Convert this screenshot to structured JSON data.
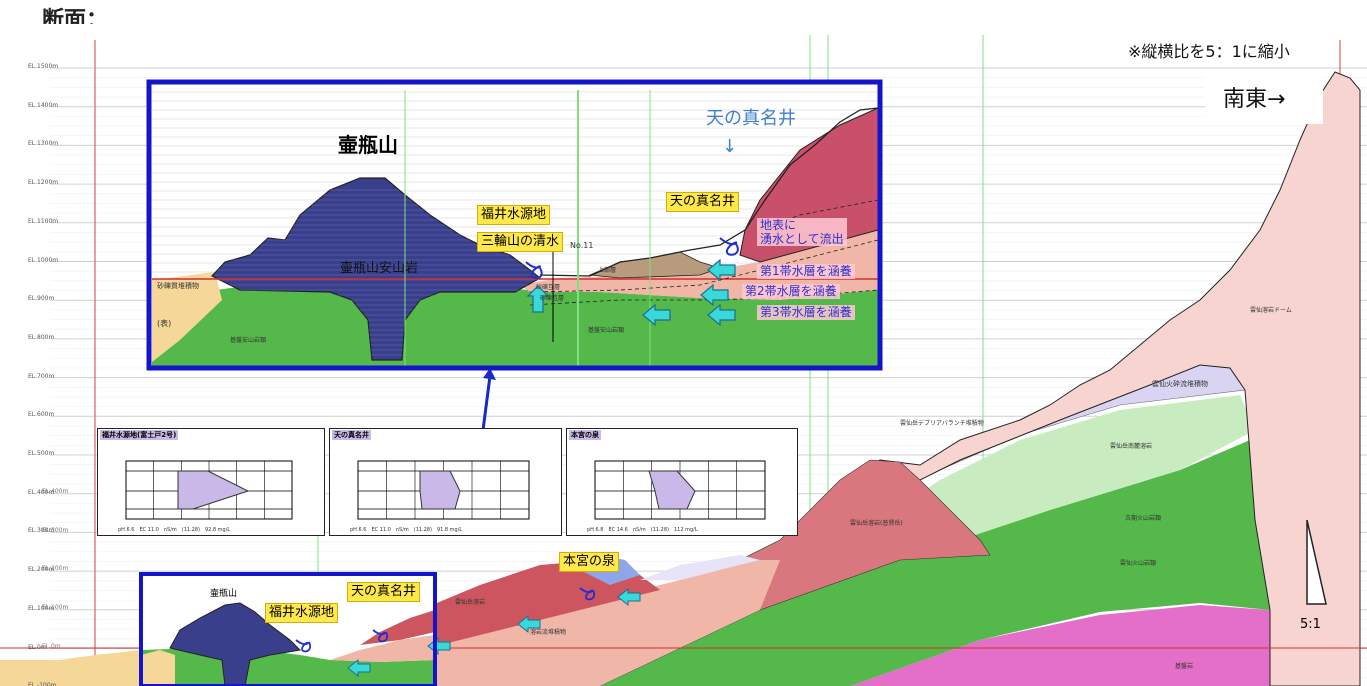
{
  "header": {
    "title_partial": "断面：",
    "note": "※縦横比を5：1に縮小",
    "direction": "南東→"
  },
  "elevation_axis": {
    "labels": [
      "EL.1500m",
      "EL.1400m",
      "EL.1300m",
      "EL.1200m",
      "EL.1100m",
      "EL.1000m",
      "EL.900m",
      "EL.800m",
      "EL.700m",
      "EL.600m",
      "EL.500m",
      "EL.400m",
      "EL.300m",
      "EL.200m",
      "EL.100m",
      "EL.0m",
      "EL.-100m"
    ],
    "secondary_labels": [
      "EL.400m",
      "EL.300m",
      "EL.200m",
      "EL.100m",
      "EL.0m"
    ]
  },
  "inset": {
    "mountain_label": "壷瓶山",
    "rock_label": "壷瓶山安山岩",
    "spring_label": "天の真名井",
    "spring_arrow": "↓",
    "callouts": {
      "fukui": "福井水源地",
      "miwa": "三輪山の清水",
      "amano": "天の真名井"
    },
    "annotations": {
      "surface": "地表に\n湧水として流出",
      "aquifer1": "第1帯水層を涵養",
      "aquifer2": "第2帯水層を涵養",
      "aquifer3": "第3帯水層を涵養"
    },
    "well_label": "No.11",
    "layer_small_1": "(表)",
    "layer_small_2": "砂礫層"
  },
  "bottom_inset": {
    "mountain_label": "壷瓶山",
    "callouts": {
      "fukui": "福井水源地",
      "amano": "天の真名井",
      "hongu": "本宮の泉"
    }
  },
  "profile": {
    "dome_label": "雲仙溶岩ドーム",
    "pyroclastic_label": "雲仙火砕流堆積物",
    "debris_label": "雲仙岳デブリアバランチ堆積物",
    "layer_labels": [
      "溶岩流堆積物",
      "雲仙火山岩類",
      "古期火山岩類",
      "基盤岩類"
    ]
  },
  "charts": [
    {
      "title": "福井水源地(富士戸2号)",
      "footer": "pH 6.6　EC 11.0　nS/m　(11.28)　92.8 mg/L"
    },
    {
      "title": "天の真名井",
      "footer": "pH 6.6　EC 11.0　nS/m　(11.28)　91.8 mg/L"
    },
    {
      "title": "本宮の泉",
      "footer": "pH 6.8　EC 14.6　nS/m　(11.28)　112 mg/L"
    }
  ],
  "scale": {
    "label": "5:1"
  },
  "colors": {
    "inset_border": "#1414c8",
    "andesite": "#3a3f8c",
    "basement": "#55b84a",
    "aquifer_pink": "#f0b7a8",
    "red_rock": "#cc5560",
    "profile_pink": "#f7d4cf",
    "magenta": "#e46fc8",
    "light_green": "#c8ecc0",
    "lavender": "#d9d4f2",
    "callout_yellow": "#ffe84a",
    "cyan_arrow": "#3ad8d8"
  }
}
